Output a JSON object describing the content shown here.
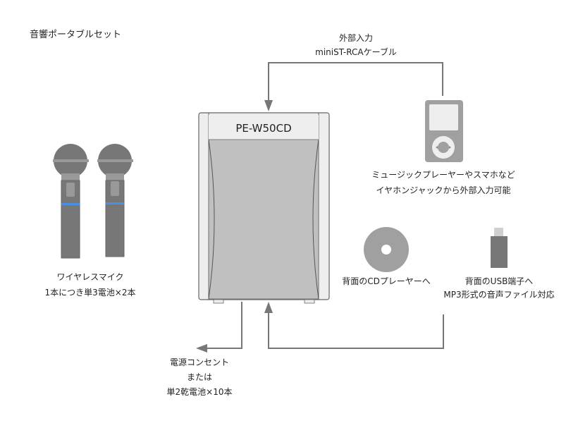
{
  "title": "音響ポータブルセット",
  "speaker": {
    "model": "PE-W50CD"
  },
  "external_input": {
    "line1": "外部入力",
    "line2": "miniST-RCAケーブル"
  },
  "player": {
    "line1": "ミュージックプレーヤーやスマホなど",
    "line2": "イヤホンジャックから外部入力可能"
  },
  "cd": {
    "label": "背面のCDプレーヤーへ"
  },
  "usb": {
    "line1": "背面のUSB端子へ",
    "line2": "MP3形式の音声ファイル対応"
  },
  "mics": {
    "line1": "ワイヤレスマイク",
    "line2": "1本につき単3電池×2本"
  },
  "power": {
    "line1": "電源コンセント",
    "line2": "または",
    "line3": "単2乾電池×10本"
  },
  "colors": {
    "line": "#777777",
    "device": "#777777",
    "panel": "#eeeeee",
    "body": "#c0c0c0",
    "accent_blue": "#4a90e2"
  }
}
